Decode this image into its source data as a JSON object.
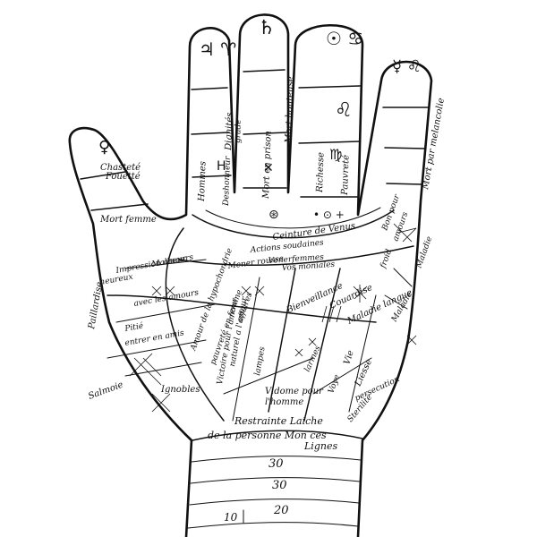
{
  "fingers": {
    "index": {
      "symbol": "♃ ♈"
    },
    "middle": {
      "symbol": "♄"
    },
    "ring": {
      "symbol": "☉ ♋"
    },
    "little": {
      "symbol": "☿ ♌"
    }
  },
  "labels": {
    "chastete_1": "Chasteté",
    "chastete_2": "Fouetté",
    "mort_femme": "Mort femme",
    "dignites": "Dignités",
    "grade": "grade",
    "hommes": "Hommes",
    "deshonneur": "Deshonneur",
    "mort_prison": "Mort en prison",
    "mort_honteuse": "Mort honteuse",
    "richesse": "Richesse",
    "pauvrete": "Pauvreté",
    "mort_melancolie": "Mort par melancolie",
    "ceinture_venus": "Ceinture de Venus",
    "actions_soudaines": "Actions soudaines",
    "vener_femmes": "Venerfemmes",
    "mener_rous": "Mener rousse",
    "vos_moniales": "Vos moniales",
    "bon_pour": "Bon pour",
    "amours": "amours",
    "froid": "froid",
    "maladie": "Maladie",
    "bienveillance": "Bienveillance",
    "couardise": "Couardise",
    "maladie_langue": "Maladie langue",
    "maladie_2": "Maladie",
    "impress_amours": "Impression amours",
    "malheur": "Malheur",
    "heureux": "heureux",
    "avecs_amours": "avec les amours",
    "paillardise": "Paillardise",
    "amour_hyp": "Amour de la hypochondrie",
    "pauvrete_femme": "pauvreté en femme",
    "affaires": "affaires",
    "pitie": "Pitié",
    "entre_amis": "entrer en amis",
    "naturel_lamour": "naturel a l'amour",
    "victoire_amour": "Victoire pour l'amour",
    "lampes": "lampes",
    "ignobles": "Ignobles",
    "vie": "Vie",
    "liesse": "Liesse",
    "voye": "Voye",
    "persecution": "persecution",
    "vidome_pour": "Vidome pour",
    "lhomme": "l'homme",
    "sterilite": "Sterilité",
    "larmes": "larmes",
    "salmoie": "Salmoie",
    "restraine_1": "Restrainte Laiche",
    "restraine_2": "de la personne Mon ces",
    "restraine_3": "Lignes",
    "wrist_30a": "30",
    "wrist_30b": "30",
    "wrist_10": "10",
    "wrist_20": "20"
  }
}
